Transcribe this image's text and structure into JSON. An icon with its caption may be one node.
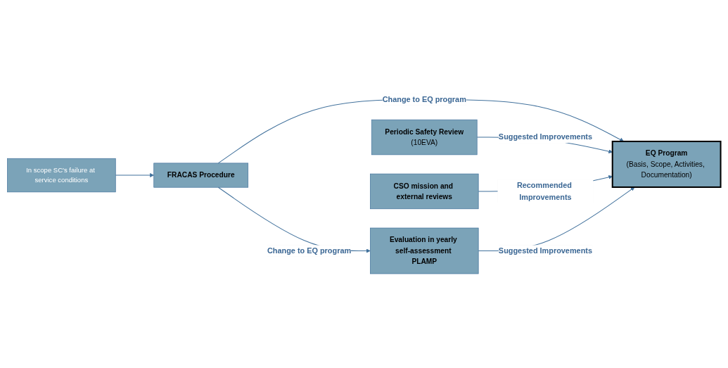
{
  "diagram": {
    "nodes": [
      {
        "text": [
          "In scope SC's failure at service conditions"
        ]
      },
      {
        "text": [
          "FRACAS Procedure"
        ]
      },
      {
        "text": [
          "EQ Program",
          "(Basis, Scope, Activities, Documentation)"
        ]
      },
      {
        "text": [
          "Periodic Safety Review",
          "(10EVA)"
        ]
      },
      {
        "text": [
          "CSO mission and external reviews"
        ]
      },
      {
        "text": [
          "Evaluation in yearly self-assessment PLAMP"
        ]
      }
    ],
    "edges": [
      {
        "from": 0,
        "to": 1,
        "arrow": "to"
      },
      {
        "from": 1,
        "to": 2,
        "arrow": "to",
        "label": "Change to EQ program"
      },
      {
        "from": 3,
        "to": 2,
        "arrow": "to",
        "label": "Suggested Improvements"
      },
      {
        "from": 4,
        "to": 2,
        "arrow": "to",
        "label": "Recommended Improvements"
      },
      {
        "from": 5,
        "to": 2,
        "arrow": "to",
        "label": "Suggested Improvements"
      },
      {
        "from": 1,
        "to": 5,
        "arrow": "to",
        "label": "Change to EQ program"
      }
    ]
  }
}
